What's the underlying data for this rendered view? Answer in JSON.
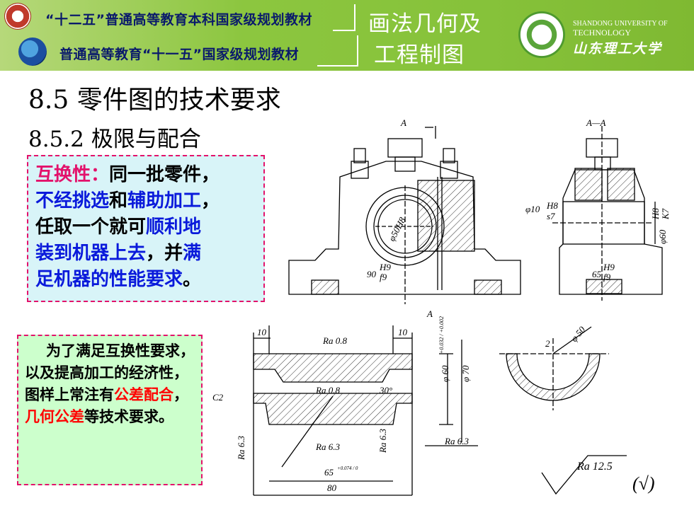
{
  "header": {
    "line1": "“十二五”普通高等教育本科国家级规划教材",
    "line2": "普通高等教育“十一五”国家级规划教材",
    "course_title_1": "画法几何及",
    "course_title_2": "工程制图",
    "university_en_1": "SHANDONG UNIVERSITY OF",
    "university_en_2": "TECHNOLOGY",
    "university_cn": "山东理工大学",
    "bg_color": "#8cc63f"
  },
  "slide": {
    "title": "8.5  零件图的技术要求",
    "subtitle": "8.5.2  极限与配合"
  },
  "box1": {
    "label": "互换性",
    "colon": "：",
    "t1": "同一批零件，",
    "t2": "不经挑选",
    "t3": "和",
    "t4": "辅助加工",
    "t5": "，",
    "t6": "任取一个就可",
    "t7": "顺利地",
    "t8": "装到机器上去",
    "t9": "，并",
    "t10": "满",
    "t11": "足机器的性能要求",
    "t12": "。"
  },
  "box2": {
    "t1": "为了满足互换性要求，以及提高加工的经济性，图样上常注有",
    "t2": "公差配合",
    "t3": "，",
    "t4": "几何公差",
    "t5": "等技术要求。"
  },
  "drawing": {
    "sec_a": "A",
    "sec_aa": "A—A",
    "d50": "φ50H8",
    "d10": "φ10",
    "h8": "H8",
    "s7": "s7",
    "d60": "φ60",
    "k7": "K7",
    "n90": "90",
    "h9": "H9",
    "f9": "f9",
    "n65": "65",
    "dim10": "10",
    "ra08": "Ra 0.8",
    "ra63": "Ra 6.3",
    "ra125": "Ra 12.5",
    "c2": "C2",
    "deg30": "30°",
    "d60b": "φ 60",
    "d60tol": "+0.032 / +0.002",
    "d70": "φ 70",
    "n65b": "65",
    "n65tol": "+0.074 / 0",
    "n80": "80",
    "d50b": "φ 50",
    "n2": "2"
  }
}
